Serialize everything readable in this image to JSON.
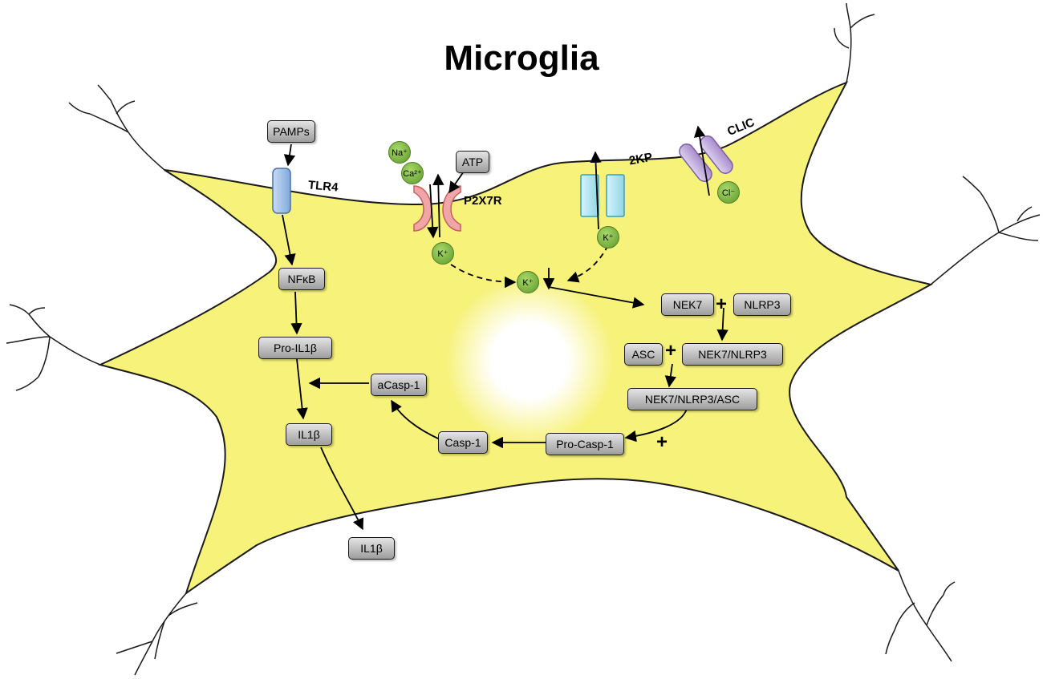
{
  "title": "Microglia",
  "colors": {
    "cell_fill": "#f7f27a",
    "cell_stroke": "#1a1a1a",
    "ion_green": "#7ab83f",
    "tlr4_blue": "#a9c8ec",
    "p2x7r_pink": "#f0a6a6",
    "twokp_cyan": "#a7e4ef",
    "clic_purple": "#c2a9dd",
    "box_gray": "#c4c4c4"
  },
  "receptors": {
    "tlr4": "TLR4",
    "p2x7r": "P2X7R",
    "twokp": "2KP",
    "clic": "CLIC"
  },
  "ions": {
    "na": "Na⁺",
    "ca": "Ca²⁺",
    "k_p2x7r": "K⁺",
    "k_2kp": "K⁺",
    "k_center": "K⁺",
    "cl": "Cl⁻"
  },
  "nodes": {
    "pamps": "PAMPs",
    "atp": "ATP",
    "nfkb": "NFκB",
    "pro_il1b": "Pro-IL1β",
    "il1b_inside": "IL1β",
    "il1b_outside": "IL1β",
    "acasp1": "aCasp-1",
    "casp1": "Casp-1",
    "procasp1": "Pro-Casp-1",
    "nek7": "NEK7",
    "nlrp3": "NLRP3",
    "asc": "ASC",
    "nek7_nlrp3": "NEK7/NLRP3",
    "nek7_nlrp3_asc": "NEK7/NLRP3/ASC"
  },
  "operators": {
    "plus_1": "+",
    "plus_2": "+",
    "plus_3": "+"
  }
}
